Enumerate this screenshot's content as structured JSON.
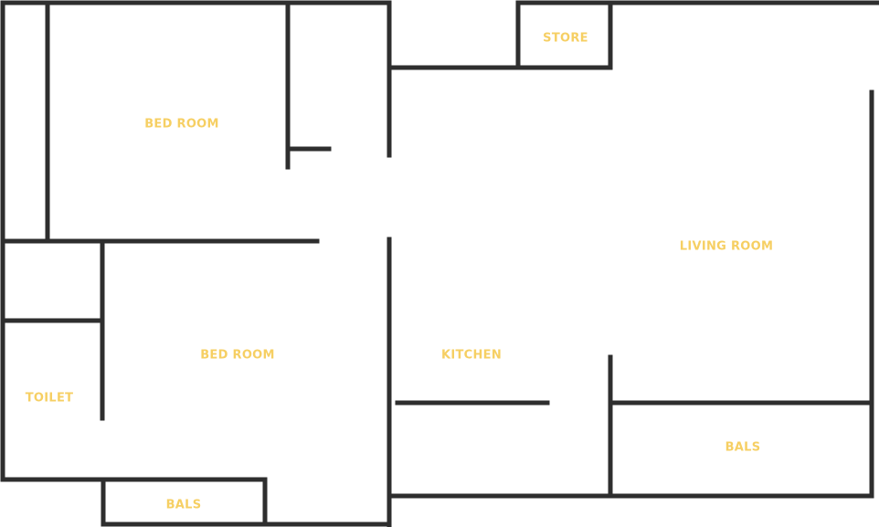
{
  "colors": {
    "wall": "#2e2e2e",
    "label": "#f6cf63",
    "background": "#ffffff"
  },
  "rooms": {
    "bed_room_top": "BED ROOM",
    "bed_room_bottom": "BED ROOM",
    "toilet": "TOILET",
    "bals_bottom": "BALS",
    "store": "STORE",
    "living_room": "LIVING ROOM",
    "kitchen": "KITCHEN",
    "bals_right": "BALS"
  }
}
